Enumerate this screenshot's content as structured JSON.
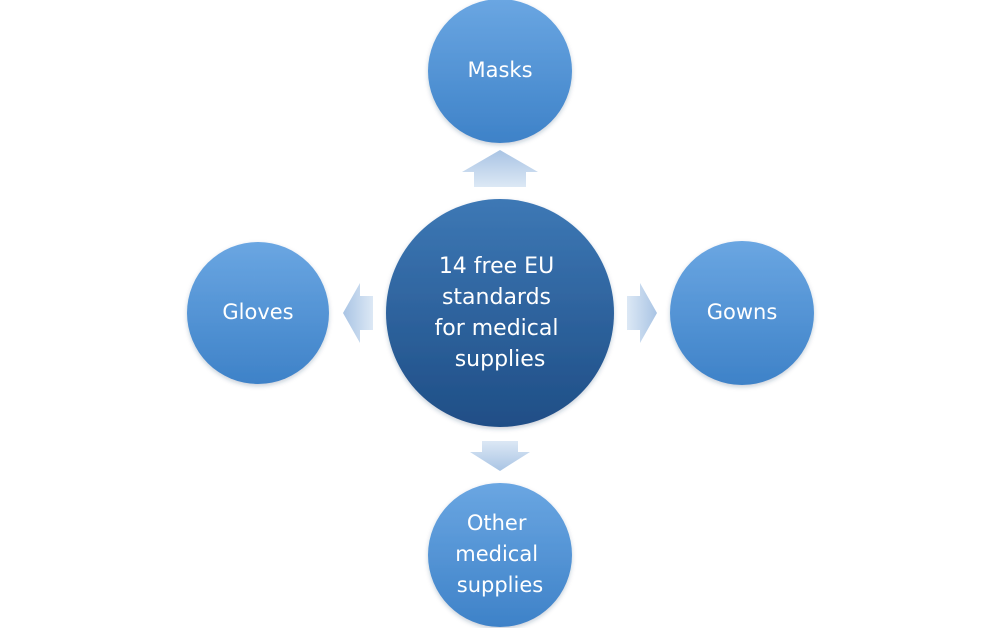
{
  "center": {
    "lines": [
      "14 free EU",
      "standards",
      "for medical",
      "supplies"
    ]
  },
  "nodes": {
    "top": {
      "lines": [
        "Masks"
      ]
    },
    "left": {
      "lines": [
        "Gloves"
      ]
    },
    "right": {
      "lines": [
        "Gowns"
      ]
    },
    "bottom": {
      "lines": [
        "Other",
        "medical",
        "supplies"
      ]
    }
  },
  "colors": {
    "center_top": "#3d78b5",
    "center_bottom": "#1f4e86",
    "node_top": "#6aa6e2",
    "node_bottom": "#3e82c8",
    "arrow_light": "#dce8f5",
    "arrow_dark": "#a9c4e4",
    "text": "#ffffff"
  },
  "icons": {
    "arrow_up": "arrow-up-icon",
    "arrow_down": "arrow-down-icon",
    "arrow_left": "arrow-left-icon",
    "arrow_right": "arrow-right-icon"
  }
}
